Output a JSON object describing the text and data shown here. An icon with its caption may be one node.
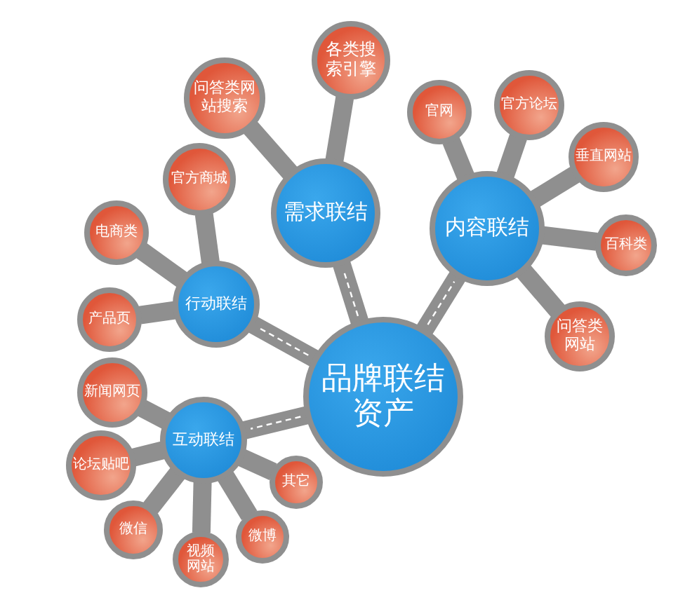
{
  "diagram": {
    "nodes": [
      {
        "text": [
          "品牌联结资产"
        ]
      },
      {
        "text": [
          "需求联结"
        ]
      },
      {
        "text": [
          "内容联结"
        ]
      },
      {
        "text": [
          "行动联结"
        ]
      },
      {
        "text": [
          "互动联结"
        ]
      },
      {
        "text": [
          "问答类网站搜索"
        ]
      },
      {
        "text": [
          "各类搜索引擎"
        ]
      },
      {
        "text": [
          "官网"
        ]
      },
      {
        "text": [
          "官方论坛"
        ]
      },
      {
        "text": [
          "垂直网站"
        ]
      },
      {
        "text": [
          "百科类"
        ]
      },
      {
        "text": [
          "问答类网站"
        ]
      },
      {
        "text": [
          "官方商城"
        ]
      },
      {
        "text": [
          "电商类"
        ]
      },
      {
        "text": [
          "产品页"
        ]
      },
      {
        "text": [
          "新闻网页"
        ]
      },
      {
        "text": [
          "论坛贴吧"
        ]
      },
      {
        "text": [
          "微信"
        ]
      },
      {
        "text": [
          "视频网站"
        ]
      },
      {
        "text": [
          "微博"
        ]
      },
      {
        "text": [
          "其它"
        ]
      }
    ],
    "edges": [
      {
        "from": 0,
        "to": 1,
        "arrow": "none"
      },
      {
        "from": 0,
        "to": 2,
        "arrow": "none"
      },
      {
        "from": 0,
        "to": 3,
        "arrow": "none"
      },
      {
        "from": 0,
        "to": 4,
        "arrow": "none"
      },
      {
        "from": 1,
        "to": 5,
        "arrow": "none"
      },
      {
        "from": 1,
        "to": 6,
        "arrow": "none"
      },
      {
        "from": 2,
        "to": 7,
        "arrow": "none"
      },
      {
        "from": 2,
        "to": 8,
        "arrow": "none"
      },
      {
        "from": 2,
        "to": 9,
        "arrow": "none"
      },
      {
        "from": 2,
        "to": 10,
        "arrow": "none"
      },
      {
        "from": 2,
        "to": 11,
        "arrow": "none"
      },
      {
        "from": 3,
        "to": 12,
        "arrow": "none"
      },
      {
        "from": 3,
        "to": 13,
        "arrow": "none"
      },
      {
        "from": 3,
        "to": 14,
        "arrow": "none"
      },
      {
        "from": 4,
        "to": 15,
        "arrow": "none"
      },
      {
        "from": 4,
        "to": 16,
        "arrow": "none"
      },
      {
        "from": 4,
        "to": 17,
        "arrow": "none"
      },
      {
        "from": 4,
        "to": 18,
        "arrow": "none"
      },
      {
        "from": 4,
        "to": 19,
        "arrow": "none"
      },
      {
        "from": 4,
        "to": 20,
        "arrow": "none"
      }
    ]
  }
}
